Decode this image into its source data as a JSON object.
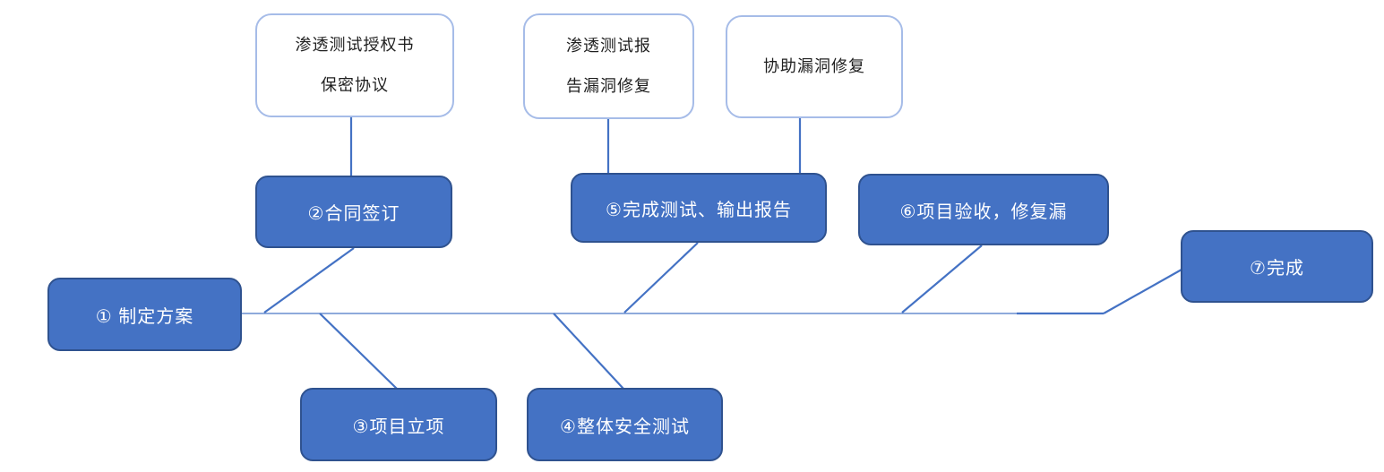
{
  "diagram": {
    "title": "penetration-testing-project-flow",
    "colors": {
      "step_fill": "#4472C4",
      "step_border": "#2F528F",
      "step_text": "#FFFFFF",
      "note_fill": "#FFFFFF",
      "note_border": "#A6BCE8",
      "note_text": "#1F1F1F",
      "connector": "#4472C4",
      "timeline": "#7B96D2"
    },
    "steps": [
      {
        "id": "step-1",
        "label": "① 制定方案"
      },
      {
        "id": "step-2",
        "label": "②合同签订"
      },
      {
        "id": "step-3",
        "label": "③项目立项"
      },
      {
        "id": "step-4",
        "label": "④整体安全测试"
      },
      {
        "id": "step-5",
        "label": "⑤完成测试、输出报告"
      },
      {
        "id": "step-6",
        "label": "⑥项目验收，修复漏"
      },
      {
        "id": "step-7",
        "label": "⑦完成"
      }
    ],
    "notes": [
      {
        "id": "note-authorization",
        "lines": [
          "渗透测试授权书",
          "保密协议"
        ]
      },
      {
        "id": "note-report-fix",
        "lines": [
          "渗透测试报",
          "告漏洞修复"
        ]
      },
      {
        "id": "note-assist-fix",
        "lines": [
          "协助漏洞修复"
        ]
      }
    ]
  }
}
